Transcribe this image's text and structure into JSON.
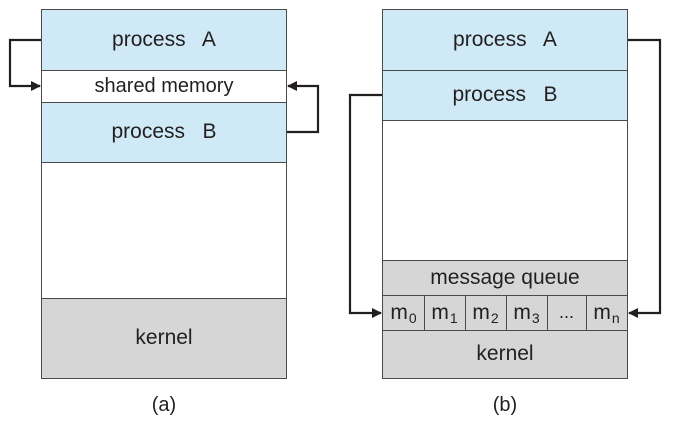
{
  "diagram_a": {
    "process_a": "process   A",
    "shared_memory": "shared memory",
    "process_b": "process   B",
    "kernel": "kernel",
    "caption": "(a)"
  },
  "diagram_b": {
    "process_a": "process   A",
    "process_b": "process   B",
    "message_queue": "message queue",
    "queue_cells": [
      {
        "base": "m",
        "sub": "0"
      },
      {
        "base": "m",
        "sub": "1"
      },
      {
        "base": "m",
        "sub": "2"
      },
      {
        "base": "m",
        "sub": "3"
      },
      {
        "base": "...",
        "sub": ""
      },
      {
        "base": "m",
        "sub": "n"
      }
    ],
    "kernel": "kernel",
    "caption": "(b)"
  },
  "colors": {
    "process": "#cfe9f7",
    "kernel": "#d6d6d6",
    "line": "#4a4a4a",
    "arrow": "#231f20"
  }
}
